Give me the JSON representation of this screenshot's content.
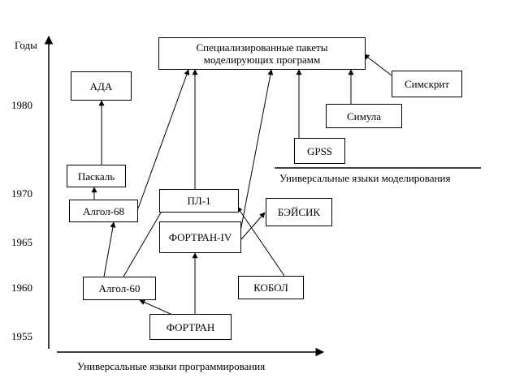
{
  "axis": {
    "y_label": "Годы",
    "ticks": [
      "1980",
      "1970",
      "1965",
      "1960",
      "1955"
    ]
  },
  "labels": {
    "programming": "Универсальные языки программирования",
    "modeling": "Универсальные языки моделирования"
  },
  "nodes": {
    "specialized": [
      "Специализированные пакеты",
      "моделирующих программ"
    ],
    "ada": "АДА",
    "pascal": "Паскаль",
    "algol68": "Алгол-68",
    "algol60": "Алгол-60",
    "pl1": "ПЛ-1",
    "fortran4": "ФОРТРАН-IV",
    "fortran": "ФОРТРАН",
    "cobol": "КОБОЛ",
    "basic": "БЭЙСИК",
    "gpss": "GPSS",
    "simula": "Симула",
    "simscript": "Симскрит"
  }
}
